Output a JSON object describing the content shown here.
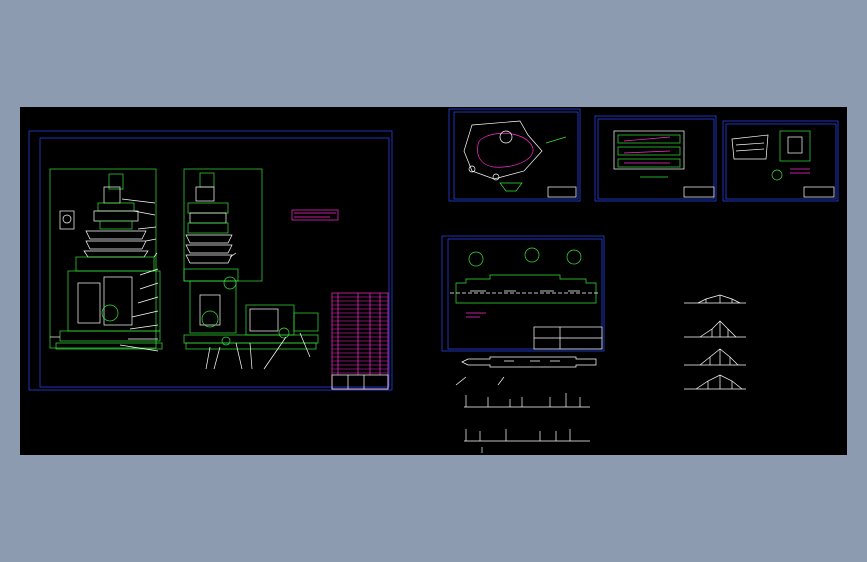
{
  "canvas": {
    "background_color": "#8c9bb0",
    "drawing_background": "#000000"
  },
  "palette": {
    "frame": "#2a4bff",
    "machine": "#37e43a",
    "detail": "#ffffff",
    "note": "#ff2bd5",
    "table": "#ff2bd5",
    "leader": "#ffffff"
  },
  "sheets": [
    {
      "id": "assembly",
      "type": "assembly-drawing"
    },
    {
      "id": "detail-1",
      "type": "part-drawing"
    },
    {
      "id": "detail-2",
      "type": "part-drawing"
    },
    {
      "id": "detail-3",
      "type": "part-drawing"
    },
    {
      "id": "shaft",
      "type": "part-drawing"
    }
  ],
  "loose_sketches": [
    {
      "id": "shaft-diagram",
      "type": "shaft-force-diagram"
    },
    {
      "id": "moment-diagrams",
      "type": "bending-moment-diagrams"
    }
  ]
}
